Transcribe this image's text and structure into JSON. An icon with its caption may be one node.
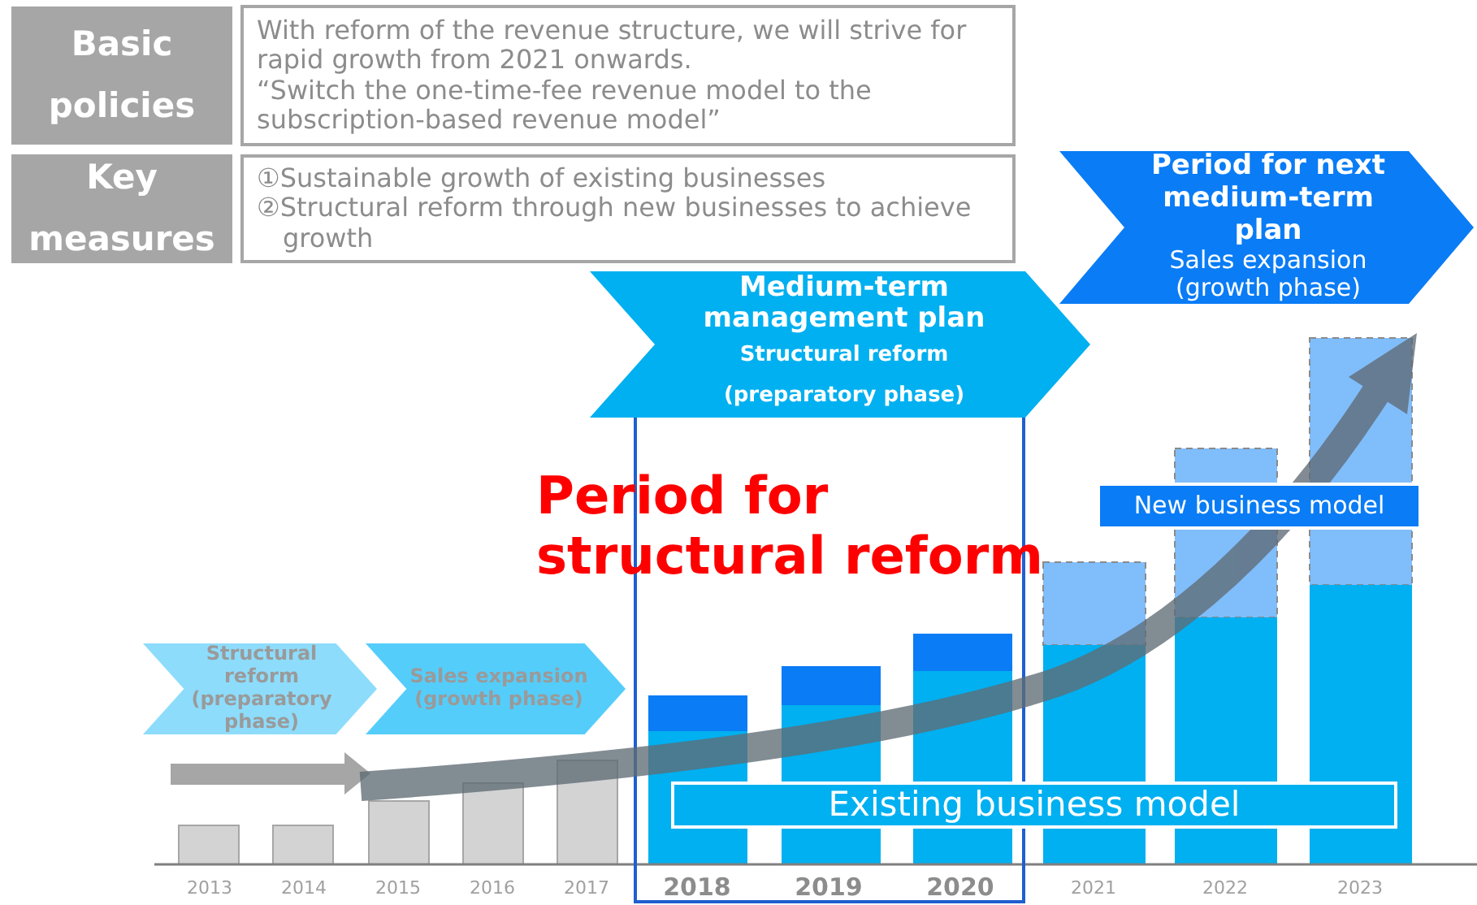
{
  "diagram": {
    "nodes": [
      {
        "text": [
          "Basic policies"
        ]
      },
      {
        "text": [
          "With reform of the revenue structure, we will strive for rapid growth from 2021 onwards.",
          "“Switch the one-time-fee revenue model to the subscription-based revenue model”"
        ]
      },
      {
        "text": [
          "Key measures"
        ]
      },
      {
        "text": [
          "①Sustainable growth of existing businesses",
          "②Structural reform through new businesses to achieve growth"
        ]
      },
      {
        "text": [
          "Period for next medium-term plan",
          "Sales expansion (growth phase)"
        ]
      },
      {
        "text": [
          "Medium-term management plan",
          "Structural reform (preparatory phase)"
        ]
      },
      {
        "text": [
          "New business model"
        ]
      },
      {
        "text": [
          "Structural reform (preparatory phase)"
        ]
      },
      {
        "text": [
          "Sales expansion (growth phase)"
        ]
      },
      {
        "text": [
          "Existing business model"
        ]
      }
    ],
    "edges": [],
    "labels": [
      "Period for structural reform",
      "2013",
      "2014",
      "2015",
      "2016",
      "2017",
      "2018",
      "2019",
      "2020",
      "2021",
      "2022",
      "2023"
    ]
  }
}
